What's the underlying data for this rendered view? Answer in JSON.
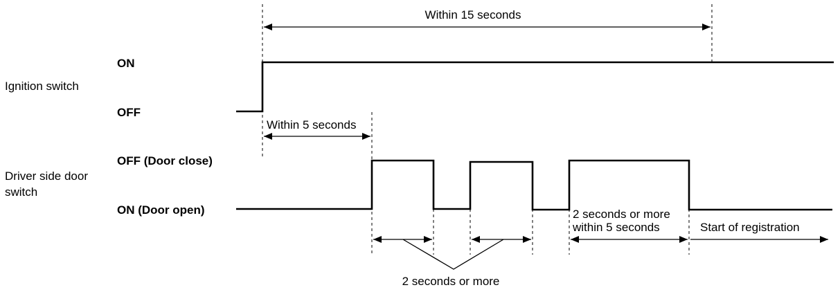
{
  "signals": {
    "ignition": {
      "name": "Ignition switch",
      "on_label": "ON",
      "off_label": "OFF"
    },
    "door": {
      "name_line1": "Driver side door",
      "name_line2": "switch",
      "off_label": "OFF (Door close)",
      "on_label": "ON (Door open)"
    }
  },
  "annotations": {
    "within_15": "Within 15 seconds",
    "within_5": "Within 5 seconds",
    "two_sec_more_line1": "2 seconds or more",
    "two_sec_more_line2": "within 5 seconds",
    "start_registration": "Start of registration",
    "two_sec_or_more": "2 seconds or more"
  }
}
